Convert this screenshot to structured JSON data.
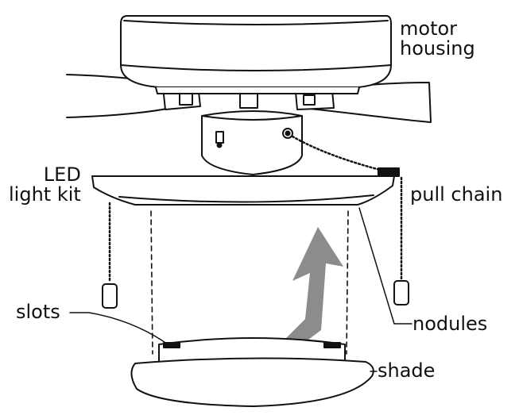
{
  "labels": {
    "motor_housing": [
      "motor",
      "housing"
    ],
    "led_light_kit": [
      "LED",
      "light kit"
    ],
    "pull_chain": "pull chain",
    "slots": "slots",
    "nodules": "nodules",
    "shade": "shade"
  },
  "colors": {
    "line": "#111111",
    "arrow": "#8c8c8c",
    "fill": "#ffffff"
  }
}
